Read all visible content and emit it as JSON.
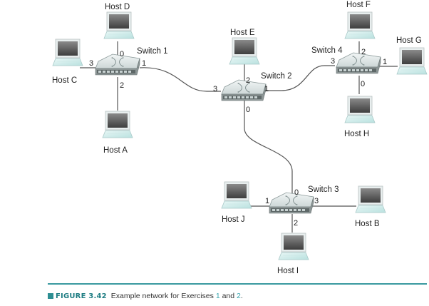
{
  "colors": {
    "accent": "#2e8f93",
    "rule": "#3a9aa0",
    "exercise_link": "#3aa6b0",
    "cable": "#555555",
    "switch_body": "#dfe6e6",
    "screen": "#5a5a5a",
    "keyboard": "#cfeceb"
  },
  "switches": [
    {
      "id": "s1",
      "label": "Switch 1",
      "ports": {
        "0": "Host D",
        "1": "Switch 2",
        "2": "Host A",
        "3": "Host C"
      }
    },
    {
      "id": "s2",
      "label": "Switch 2",
      "ports": {
        "0": "Switch 3",
        "1": "Switch 4",
        "2": "Host E",
        "3": "Switch 1"
      }
    },
    {
      "id": "s3",
      "label": "Switch 3",
      "ports": {
        "0": "Switch 2",
        "1": "Host J",
        "2": "Host I",
        "3": "Host B"
      }
    },
    {
      "id": "s4",
      "label": "Switch 4",
      "ports": {
        "0": "Host H",
        "1": "Host G",
        "2": "Host F",
        "3": "Switch 2"
      }
    }
  ],
  "hosts": {
    "A": "Host A",
    "B": "Host B",
    "C": "Host C",
    "D": "Host D",
    "E": "Host E",
    "F": "Host F",
    "G": "Host G",
    "H": "Host H",
    "I": "Host I",
    "J": "Host J"
  },
  "port_numbers": {
    "p0": "0",
    "p1": "1",
    "p2": "2",
    "p3": "3"
  },
  "caption": {
    "figure_label": "FIGURE 3.42",
    "text_before": "Example network for Exercises ",
    "ref1": "1",
    "text_mid": " and ",
    "ref2": "2",
    "text_after": "."
  }
}
